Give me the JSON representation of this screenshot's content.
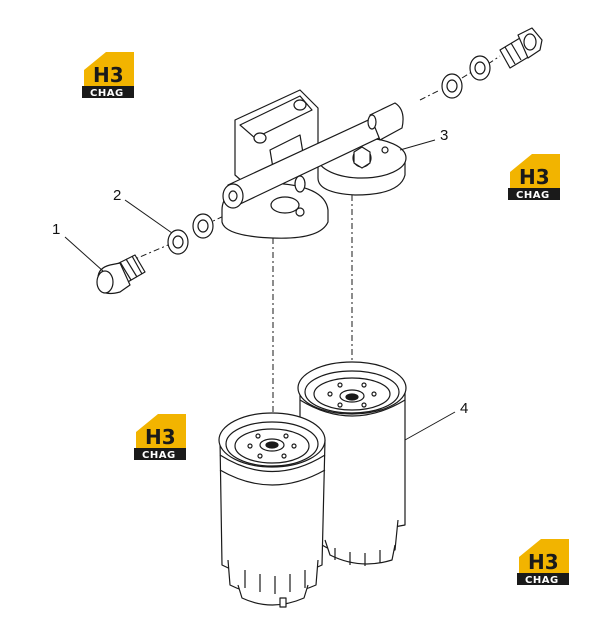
{
  "callouts": [
    "1",
    "2",
    "3",
    "4"
  ],
  "watermark": {
    "mark": "H3",
    "text": "CHAG",
    "color_yellow": "#f2b400",
    "color_dark": "#1a1a1a"
  },
  "colors": {
    "line": "#1a1a1a",
    "fill": "#ffffff"
  }
}
